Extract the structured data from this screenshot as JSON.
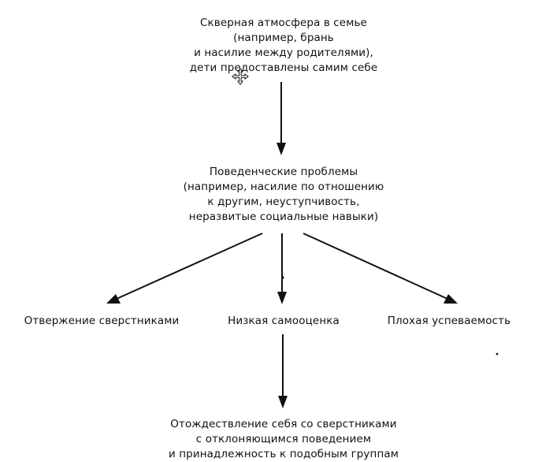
{
  "diagram": {
    "nodes": {
      "top": {
        "lines": [
          "Скверная атмосфера в семье",
          "(например, брань",
          "и насилие между родителями),",
          "дети предоставлены самим себе"
        ]
      },
      "middle": {
        "lines": [
          "Поведенческие проблемы",
          "(например, насилие по отношению",
          "к другим, неуступчивость,",
          "неразвитые социальные навыки)"
        ]
      },
      "left": {
        "lines": [
          "Отвержение сверстниками"
        ]
      },
      "center": {
        "lines": [
          "Низкая самооценка"
        ]
      },
      "right": {
        "lines": [
          "Плохая успеваемость"
        ]
      },
      "bottom": {
        "lines": [
          "Отождествление себя со сверстниками",
          "с отклоняющимся поведением",
          "и принадлежность к подобным группам"
        ]
      }
    },
    "edges": [
      {
        "from": "top",
        "to": "middle"
      },
      {
        "from": "middle",
        "to": "left"
      },
      {
        "from": "middle",
        "to": "center"
      },
      {
        "from": "middle",
        "to": "right"
      },
      {
        "from": "center",
        "to": "bottom"
      }
    ],
    "colors": {
      "ink": "#111111",
      "background": "#ffffff"
    },
    "icons": [
      "move-cursor-icon"
    ]
  }
}
